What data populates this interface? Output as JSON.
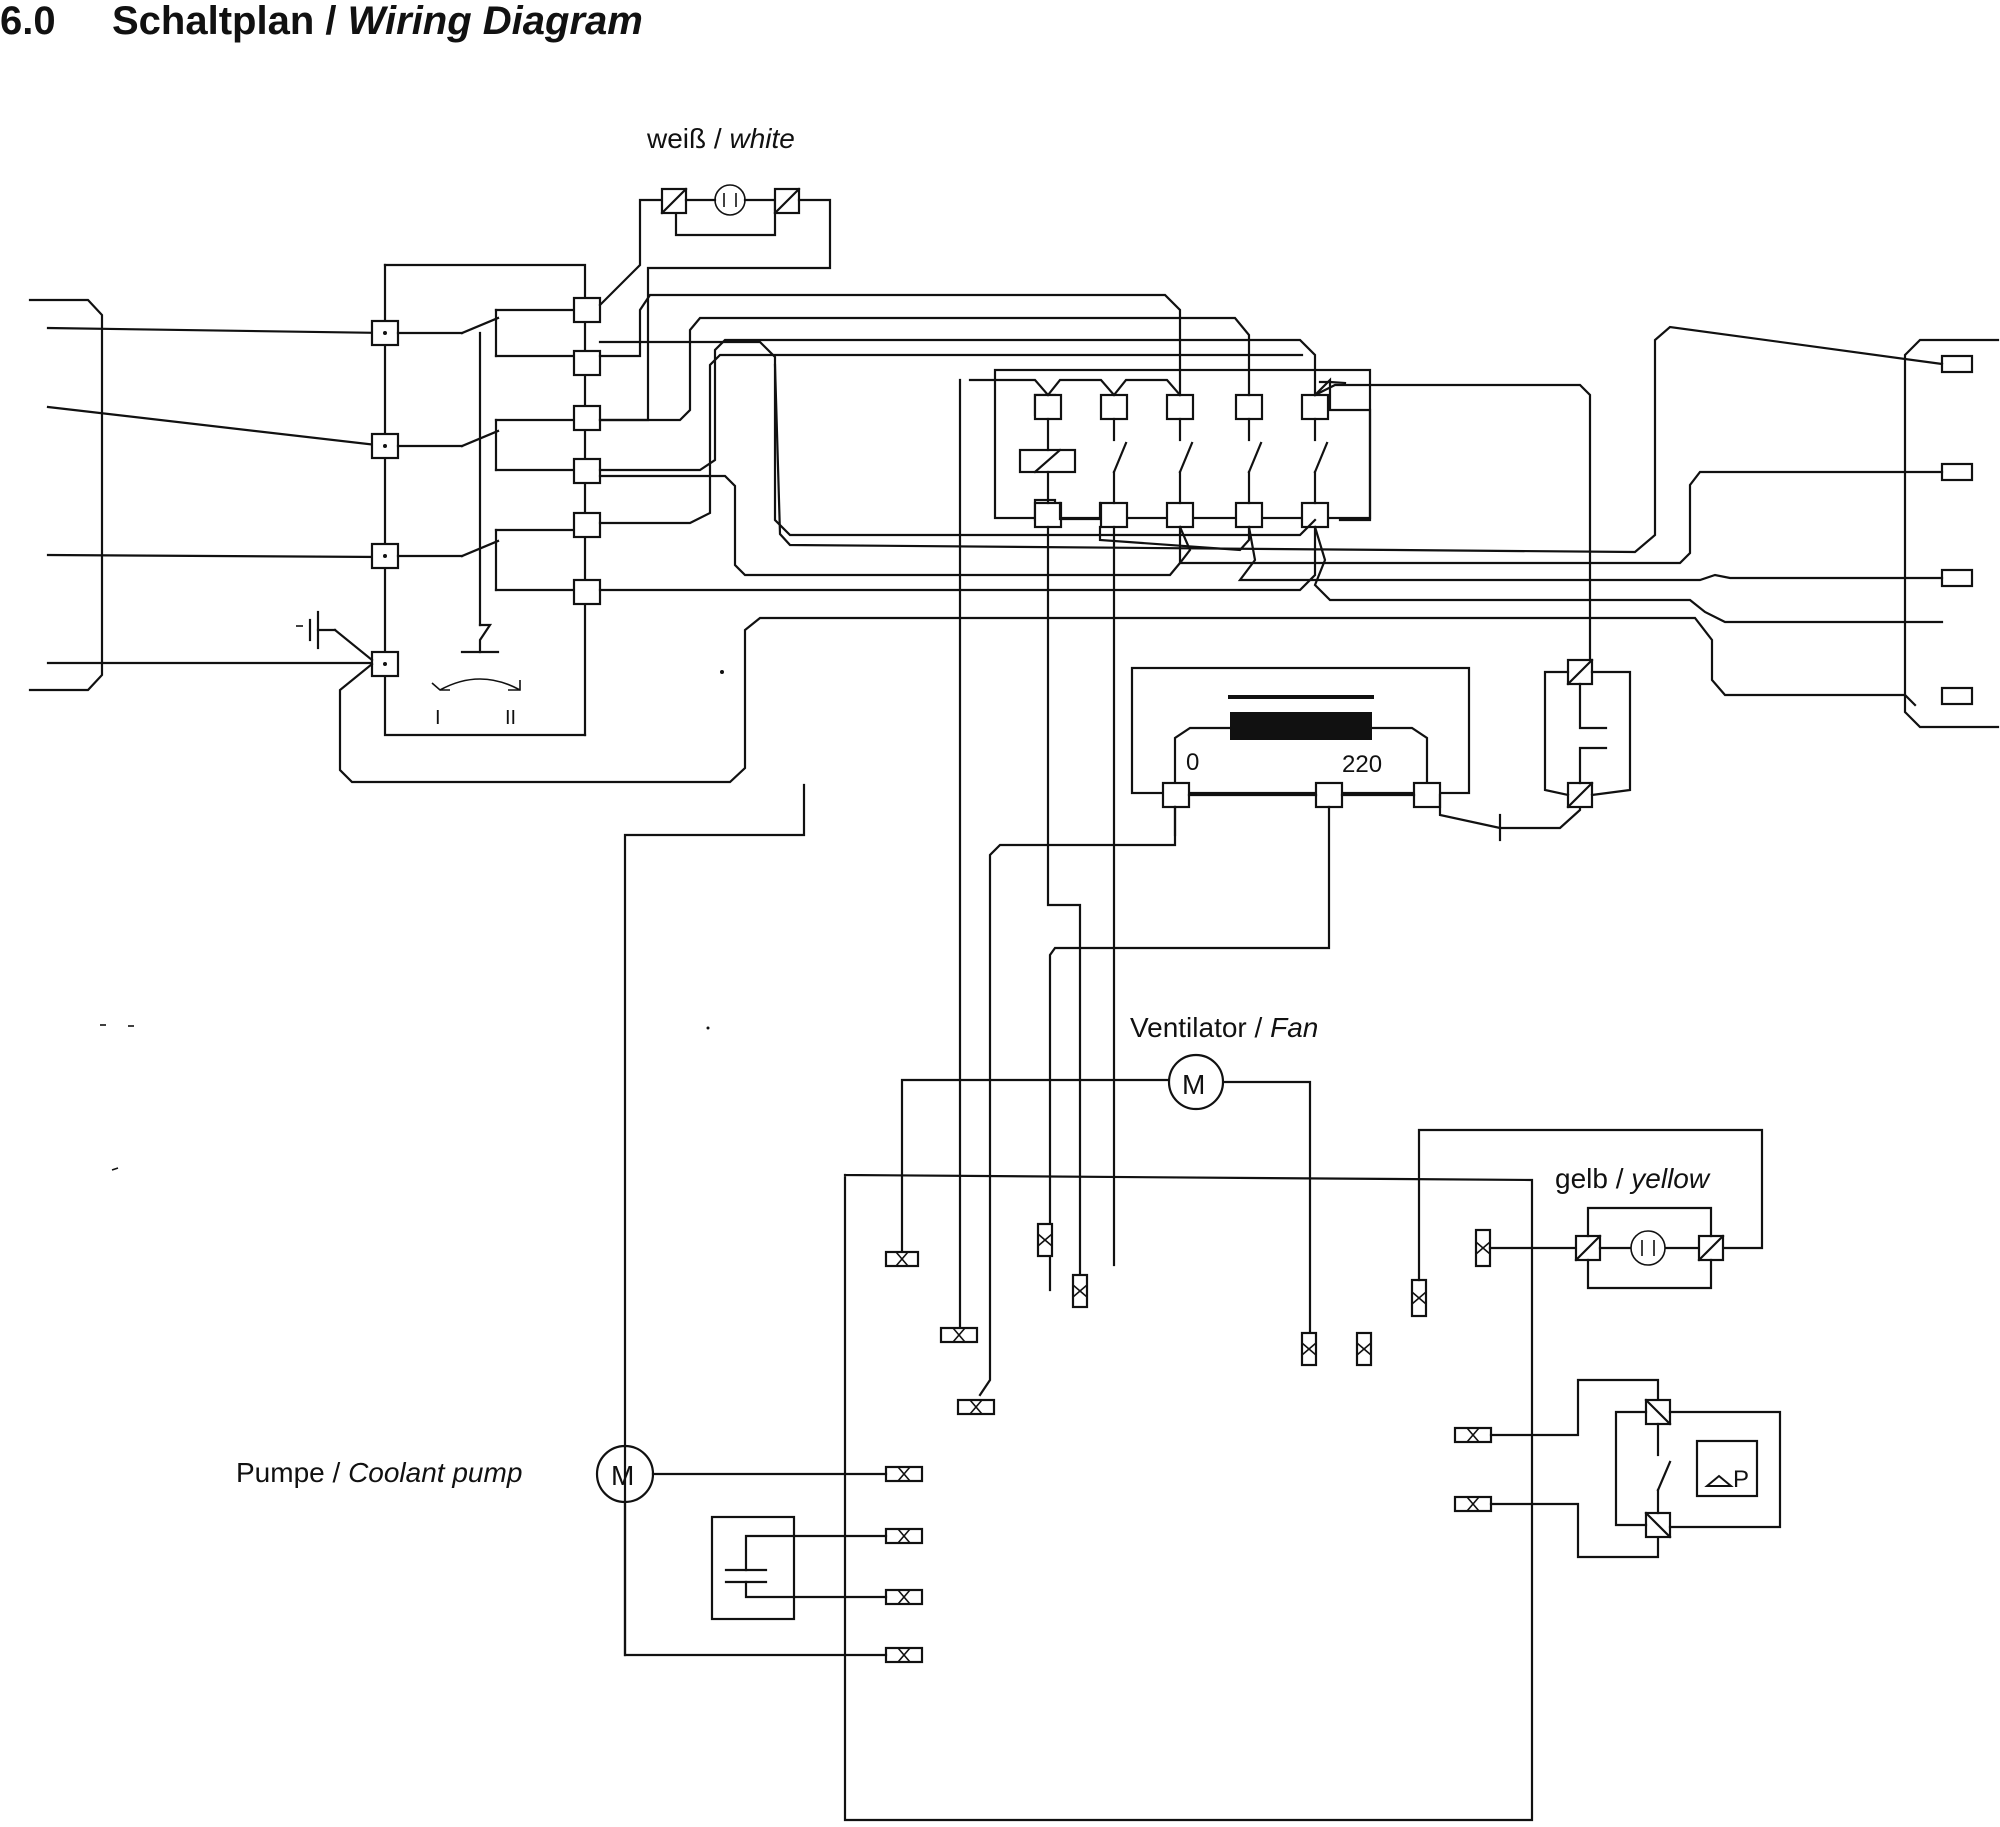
{
  "header": {
    "section_number": "6.0",
    "title_de": "Schaltplan / ",
    "title_en": "Wiring Diagram"
  },
  "labels": {
    "white_lamp_de": "weiß / ",
    "white_lamp_en": "white",
    "fan_de": "Ventilator / ",
    "fan_en": "Fan",
    "yellow_lamp_de": "gelb / ",
    "yellow_lamp_en": "yellow",
    "pump_de": "Pumpe / ",
    "pump_en": "Coolant pump",
    "motor_symbol": "M",
    "pressure_symbol": "P",
    "transformer_tap_0": "0",
    "transformer_tap_220": "220",
    "switch_pos_1": "I",
    "switch_pos_2": "II"
  }
}
